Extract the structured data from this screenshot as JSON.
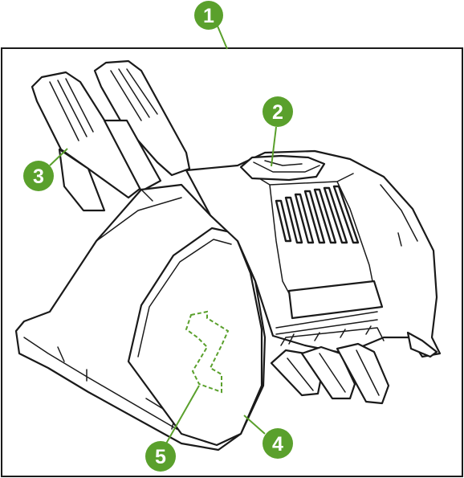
{
  "diagram": {
    "accent_color": "#5aa02c",
    "callouts": [
      {
        "id": 1,
        "label": "1"
      },
      {
        "id": 2,
        "label": "2"
      },
      {
        "id": 3,
        "label": "3"
      },
      {
        "id": 4,
        "label": "4"
      },
      {
        "id": 5,
        "label": "5"
      }
    ]
  }
}
